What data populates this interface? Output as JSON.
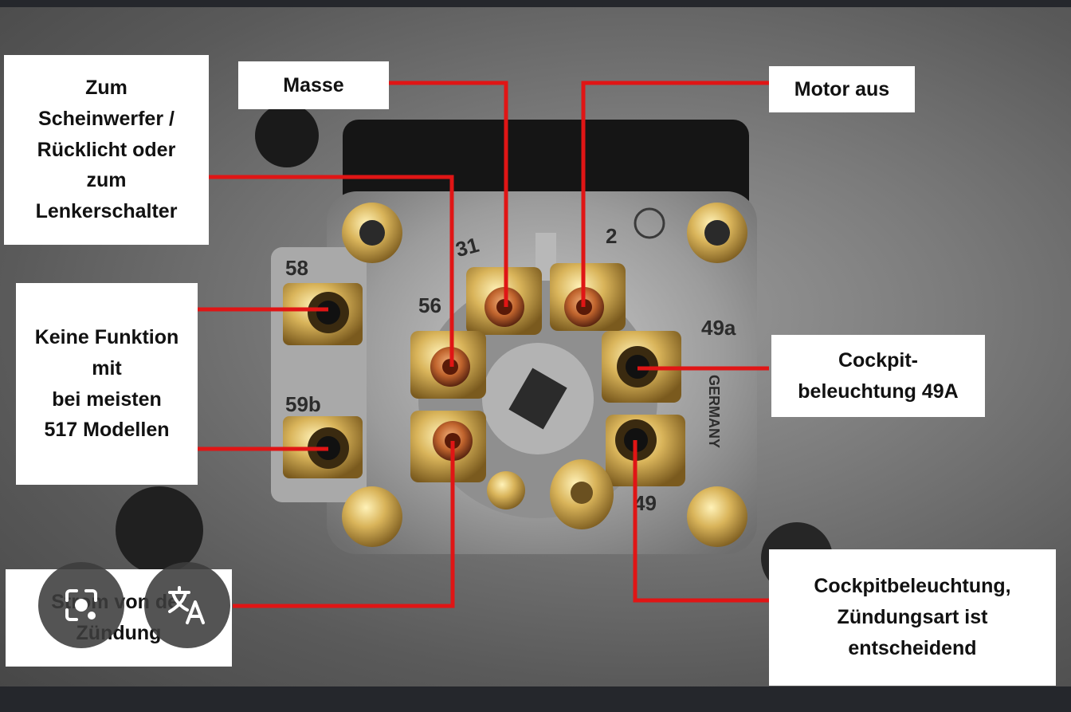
{
  "labels": {
    "scheinwerfer": "Zum\nScheinwerfer /\nRücklicht oder\nzum\nLenkerschalter",
    "masse": "Masse",
    "motor_aus": "Motor aus",
    "keine_funktion": "Keine Funktion\nmit\nbei meisten\n517 Modellen",
    "cockpit_49a": "Cockpit-\nbeleuchtung 49A",
    "strom": "Strom von der\nZündung",
    "cockpit_zuendung": "Cockpitbeleuchtung,\nZündungsart ist\nentscheidend"
  },
  "terminal_markings": {
    "t58": "58",
    "t31": "31",
    "t56": "56",
    "t59b": "59b",
    "t49a": "49a",
    "t49": "49",
    "t2": "2",
    "brand": "GERMANY"
  },
  "overlay_buttons": [
    {
      "name": "lens-icon"
    },
    {
      "name": "translate-icon"
    }
  ],
  "colors": {
    "leader_line": "#e01515",
    "brass": "#c9a64b",
    "label_bg": "#ffffff"
  }
}
